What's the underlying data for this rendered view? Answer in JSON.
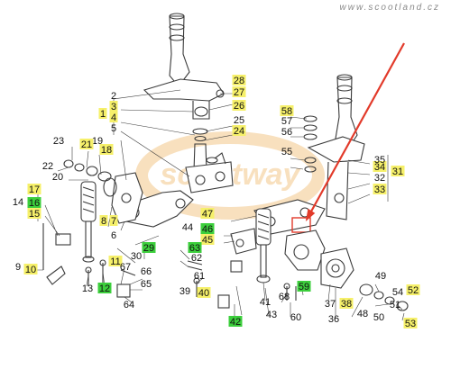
{
  "watermark": "www.scootland.cz",
  "logo": "scootway",
  "colors": {
    "line": "#3a3a3a",
    "highlight_yellow": "#f6f06a",
    "highlight_green": "#3ccf3c",
    "arrow_red": "#e23a2a",
    "logo_orange": "#f3c78a"
  },
  "callouts": [
    {
      "label": "1",
      "tag": "yellow"
    },
    {
      "label": "2",
      "tag": "none"
    },
    {
      "label": "3",
      "tag": "yellow"
    },
    {
      "label": "4",
      "tag": "yellow"
    },
    {
      "label": "5",
      "tag": "none"
    },
    {
      "label": "6",
      "tag": "none"
    },
    {
      "label": "7",
      "tag": "yellow"
    },
    {
      "label": "8",
      "tag": "yellow"
    },
    {
      "label": "9",
      "tag": "none"
    },
    {
      "label": "10",
      "tag": "yellow"
    },
    {
      "label": "11",
      "tag": "yellow"
    },
    {
      "label": "12",
      "tag": "green"
    },
    {
      "label": "13",
      "tag": "none"
    },
    {
      "label": "14",
      "tag": "none"
    },
    {
      "label": "15",
      "tag": "yellow"
    },
    {
      "label": "16",
      "tag": "green"
    },
    {
      "label": "17",
      "tag": "yellow"
    },
    {
      "label": "18",
      "tag": "yellow"
    },
    {
      "label": "19",
      "tag": "none"
    },
    {
      "label": "20",
      "tag": "none"
    },
    {
      "label": "21",
      "tag": "yellow"
    },
    {
      "label": "22",
      "tag": "none"
    },
    {
      "label": "23",
      "tag": "none"
    },
    {
      "label": "24",
      "tag": "yellow"
    },
    {
      "label": "25",
      "tag": "none"
    },
    {
      "label": "26",
      "tag": "yellow"
    },
    {
      "label": "27",
      "tag": "yellow"
    },
    {
      "label": "28",
      "tag": "yellow"
    },
    {
      "label": "29",
      "tag": "green"
    },
    {
      "label": "30",
      "tag": "none"
    },
    {
      "label": "31",
      "tag": "yellow"
    },
    {
      "label": "32",
      "tag": "none"
    },
    {
      "label": "33",
      "tag": "yellow"
    },
    {
      "label": "34",
      "tag": "yellow"
    },
    {
      "label": "35",
      "tag": "none"
    },
    {
      "label": "36",
      "tag": "none"
    },
    {
      "label": "37",
      "tag": "none"
    },
    {
      "label": "38",
      "tag": "yellow"
    },
    {
      "label": "39",
      "tag": "none"
    },
    {
      "label": "40",
      "tag": "yellow"
    },
    {
      "label": "41",
      "tag": "none"
    },
    {
      "label": "42",
      "tag": "green"
    },
    {
      "label": "43",
      "tag": "none"
    },
    {
      "label": "44",
      "tag": "none"
    },
    {
      "label": "45",
      "tag": "yellow"
    },
    {
      "label": "46",
      "tag": "green"
    },
    {
      "label": "47",
      "tag": "yellow"
    },
    {
      "label": "48",
      "tag": "none"
    },
    {
      "label": "49",
      "tag": "none"
    },
    {
      "label": "50",
      "tag": "none"
    },
    {
      "label": "51",
      "tag": "none"
    },
    {
      "label": "52",
      "tag": "yellow"
    },
    {
      "label": "53",
      "tag": "yellow"
    },
    {
      "label": "54",
      "tag": "none"
    },
    {
      "label": "55",
      "tag": "none"
    },
    {
      "label": "56",
      "tag": "none"
    },
    {
      "label": "57",
      "tag": "none"
    },
    {
      "label": "58",
      "tag": "yellow"
    },
    {
      "label": "59",
      "tag": "green"
    },
    {
      "label": "60",
      "tag": "none"
    },
    {
      "label": "61",
      "tag": "none"
    },
    {
      "label": "62",
      "tag": "none"
    },
    {
      "label": "63",
      "tag": "green"
    },
    {
      "label": "64",
      "tag": "none"
    },
    {
      "label": "65",
      "tag": "none"
    },
    {
      "label": "66",
      "tag": "none"
    },
    {
      "label": "67",
      "tag": "none"
    },
    {
      "label": "68",
      "tag": "none"
    }
  ]
}
